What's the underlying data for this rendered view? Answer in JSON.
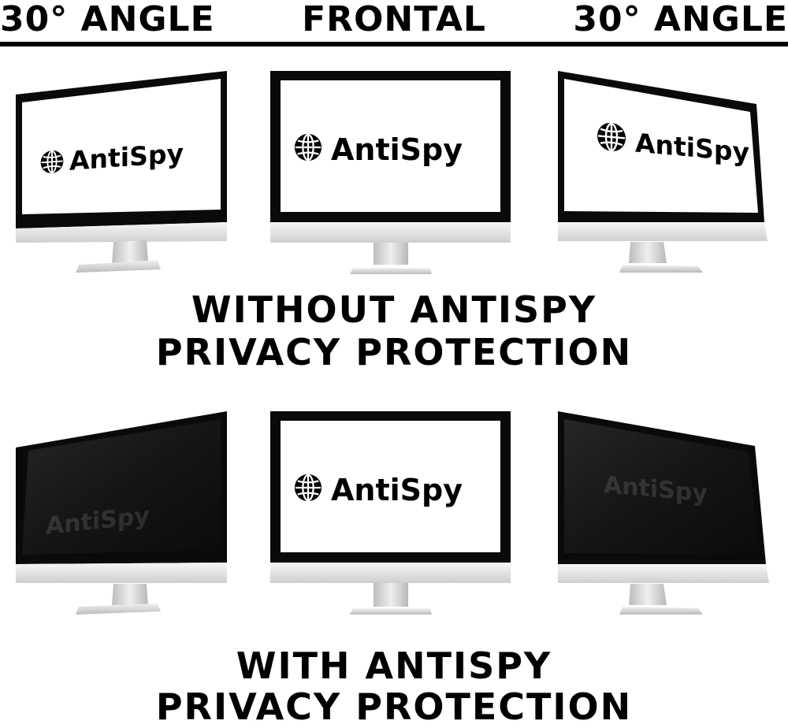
{
  "header": {
    "left": "30° ANGLE",
    "center": "FRONTAL",
    "right": "30° ANGLE"
  },
  "logo_text": "AntiSpy",
  "logo_icon": "globe-icon",
  "sections": [
    {
      "caption_line1": "WITHOUT ANTISPY",
      "caption_line2": "PRIVACY PROTECTION",
      "screens": [
        "white",
        "white",
        "white"
      ]
    },
    {
      "caption_line1": "WITH ANTISPY",
      "caption_line2": "PRIVACY PROTECTION",
      "screens": [
        "dark",
        "white",
        "dark"
      ]
    }
  ],
  "colors": {
    "privacy_tint": "#111111",
    "bezel": "#0a0a0a",
    "chin": "#e3e3e3",
    "stand": "#cfcfcf"
  }
}
